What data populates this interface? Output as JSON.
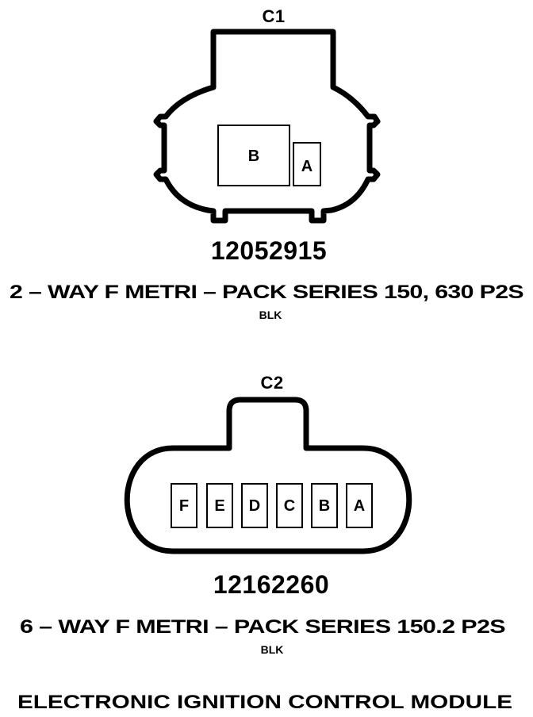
{
  "connector_c1": {
    "label": "C1",
    "pins": [
      "B",
      "A"
    ],
    "part_number": "12052915",
    "description": "2 – WAY F METRI – PACK SERIES 150, 630 P2S",
    "color": "BLK"
  },
  "connector_c2": {
    "label": "C2",
    "pins": [
      "F",
      "E",
      "D",
      "C",
      "B",
      "A"
    ],
    "part_number": "12162260",
    "description": "6 – WAY F METRI – PACK SERIES 150.2 P2S",
    "color": "BLK"
  },
  "module_title": "ELECTRONIC IGNITION CONTROL MODULE"
}
